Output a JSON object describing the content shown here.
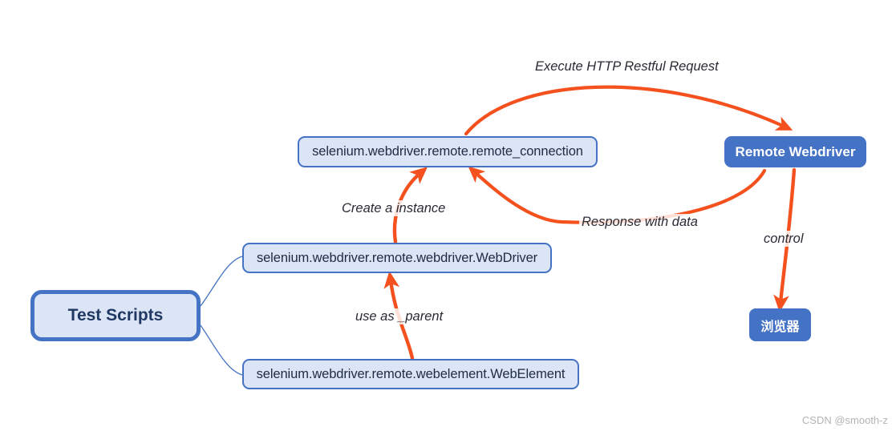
{
  "diagram": {
    "title": "Selenium Remote WebDriver architecture flow",
    "colors": {
      "node_fill_light": "#dce5f5",
      "node_border": "#4472c4",
      "node_fill_solid": "#4472c4",
      "node_text_light": "#1f2a44",
      "node_text_solid": "#ffffff",
      "arrow": "#f4511e",
      "thin_link": "#4472c4",
      "background": "#ffffff",
      "watermark": "#b4b4b4"
    },
    "nodes": [
      {
        "id": "test-scripts",
        "label": "Test Scripts",
        "style": "emphasized-box"
      },
      {
        "id": "remote-connection",
        "label": "selenium.webdriver.remote.remote_connection",
        "style": "light-box"
      },
      {
        "id": "webdriver",
        "label": "selenium.webdriver.remote.webdriver.WebDriver",
        "style": "light-box"
      },
      {
        "id": "webelement",
        "label": "selenium.webdriver.remote.webelement.WebElement",
        "style": "light-box"
      },
      {
        "id": "remote-webdriver",
        "label": "Remote Webdriver",
        "style": "solid-box"
      },
      {
        "id": "browser",
        "label": "浏览器",
        "style": "solid-box"
      }
    ],
    "edges": [
      {
        "id": "execute",
        "label": "Execute HTTP Restful Request",
        "from": "remote-connection",
        "to": "remote-webdriver",
        "style": "orange-arc-arrow"
      },
      {
        "id": "response",
        "label": "Response with data",
        "from": "remote-webdriver",
        "to": "remote-connection",
        "style": "orange-arc-arrow"
      },
      {
        "id": "create",
        "label": "Create a instance",
        "from": "webdriver",
        "to": "remote-connection",
        "style": "orange-arrow"
      },
      {
        "id": "useas",
        "label": "use as _parent",
        "from": "webelement",
        "to": "webdriver",
        "style": "orange-arrow"
      },
      {
        "id": "control",
        "label": "control",
        "from": "remote-webdriver",
        "to": "browser",
        "style": "orange-arrow"
      },
      {
        "id": "link-wd",
        "label": "",
        "from": "test-scripts",
        "to": "webdriver",
        "style": "thin-blue-curve"
      },
      {
        "id": "link-we",
        "label": "",
        "from": "test-scripts",
        "to": "webelement",
        "style": "thin-blue-curve"
      }
    ]
  },
  "watermark": {
    "text": "CSDN @smooth-z"
  }
}
